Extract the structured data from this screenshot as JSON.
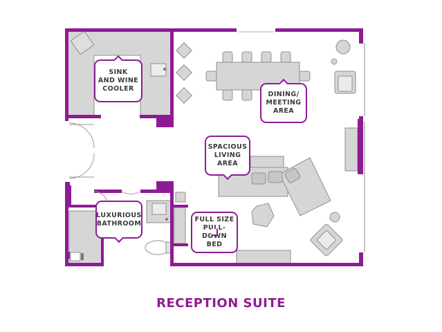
{
  "title": "RECEPTION SUITE",
  "labels": {
    "sink_wine_cooler": "SINK\nAND WINE\nCOOLER",
    "dining_meeting": "DINING/\nMEETING\nAREA",
    "living_area": "SPACIOUS\nLIVING\nAREA",
    "bathroom": "LUXURIOUS\nBATHROOM",
    "pull_down_bed": "FULL SIZE\nPULL-DOWN\nBED"
  },
  "colors": {
    "wall": "#8e1b94",
    "title": "#8e1b94",
    "furniture": "#d6d6d6",
    "furniture_stroke": "#8f8f8f",
    "text": "#3a3a3a"
  }
}
